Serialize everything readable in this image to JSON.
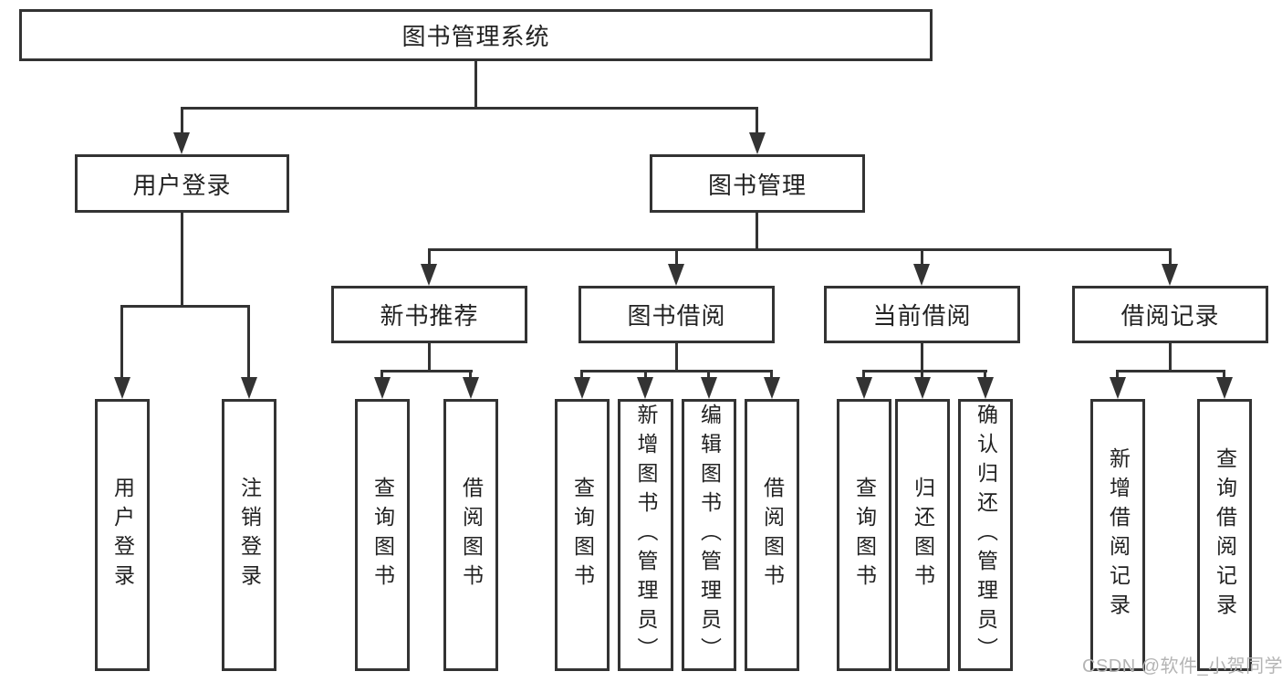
{
  "diagram": {
    "root": {
      "label": "图书管理系统"
    },
    "branches": [
      {
        "label": "用户登录",
        "children": [
          "用户登录",
          "注销登录"
        ]
      },
      {
        "label": "图书管理",
        "sections": [
          {
            "label": "新书推荐",
            "children": [
              "查询图书",
              "借阅图书"
            ]
          },
          {
            "label": "图书借阅",
            "children": [
              "查询图书",
              "新增图书（管理员）",
              "编辑图书（管理员）",
              "借阅图书"
            ]
          },
          {
            "label": "当前借阅",
            "children": [
              "查询图书",
              "归还图书",
              "确认归还（管理员）"
            ]
          },
          {
            "label": "借阅记录",
            "children": [
              "新增借阅记录",
              "查询借阅记录"
            ]
          }
        ]
      }
    ]
  },
  "watermark": {
    "text": "CSDN @软件_小贺同学"
  },
  "colors": {
    "line": "#333333",
    "text": "#222222",
    "box_fill": "#ffffff",
    "watermark": "#b4b4b4",
    "background": "#ffffff"
  }
}
